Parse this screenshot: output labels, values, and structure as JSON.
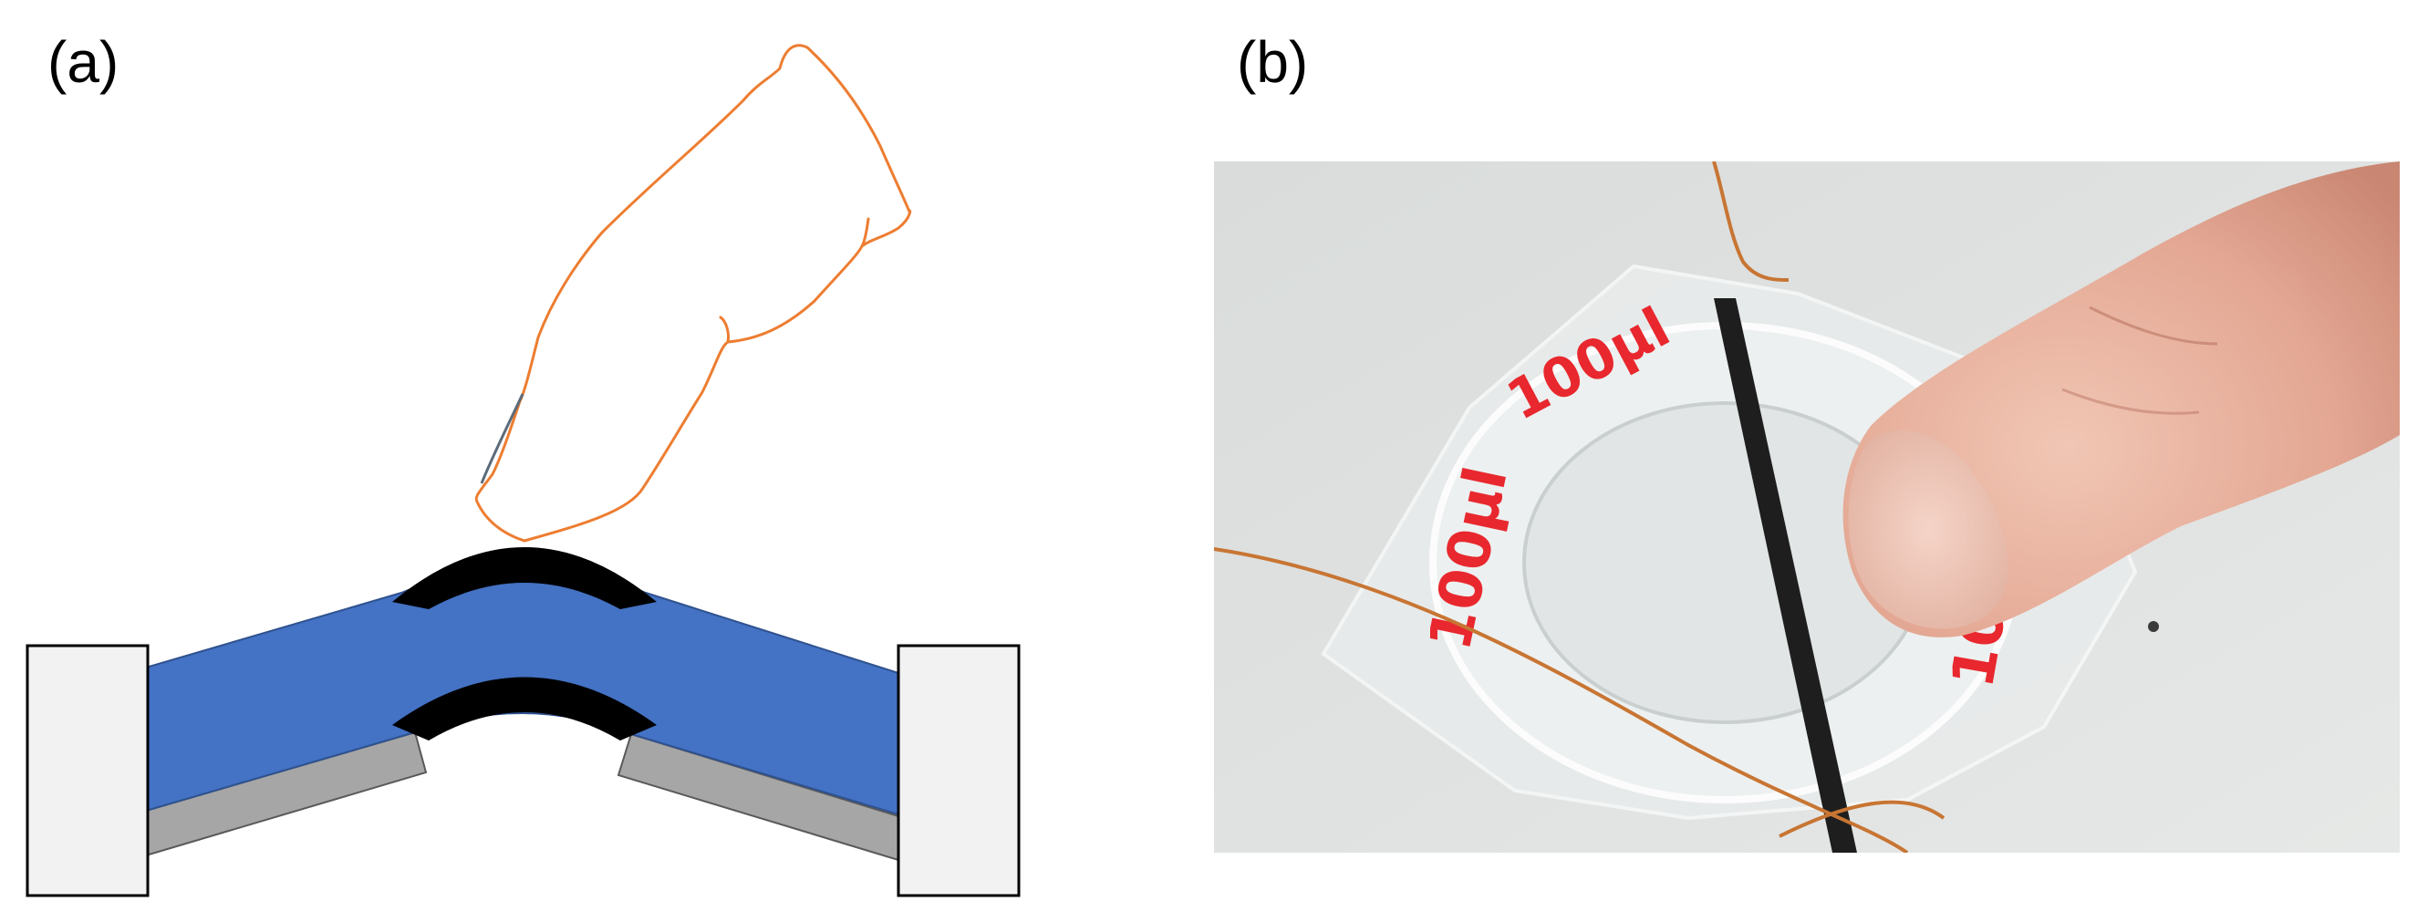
{
  "panels": {
    "a": {
      "label": "(a)"
    },
    "b": {
      "label": "(b)",
      "photo_text": "100μl"
    }
  },
  "colors": {
    "substrate": "#4472C4",
    "electrode": "#000000",
    "clamp": "#F2F2F2",
    "support": "#A6A6A6",
    "finger_outline": "#ED7D31",
    "copper_wire": "#C87533",
    "marker_ink": "#E8282E"
  },
  "icons": {
    "finger": "finger-outline-icon",
    "ring": "o-ring-icon"
  }
}
